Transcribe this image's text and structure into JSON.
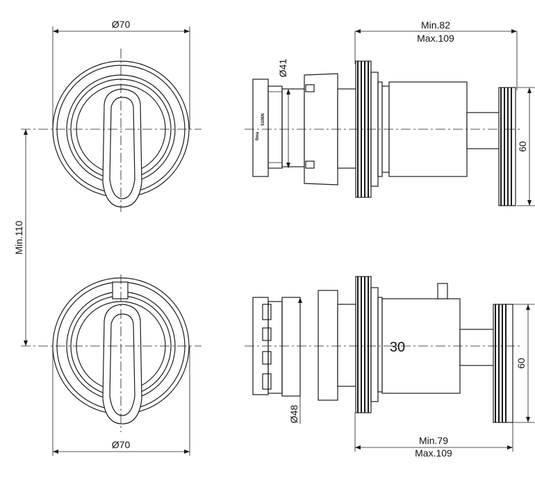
{
  "dimensions": {
    "top_front_diameter": "Ø70",
    "bottom_front_diameter": "Ø70",
    "spacing_min": "Min.110",
    "top_side_min": "Min.82",
    "top_side_max": "Max.109",
    "top_side_height": "60",
    "top_side_inner_diameter": "Ø41",
    "bottom_side_min": "Min.79",
    "bottom_side_max": "Max.109",
    "bottom_side_height": "60",
    "bottom_side_inner_diameter": "Ø48"
  },
  "labels": {
    "brand_mark": "fima",
    "part_code": "5106N",
    "temperature_mark": "30"
  },
  "colors": {
    "line": "#1a1a1a",
    "background": "#ffffff"
  }
}
